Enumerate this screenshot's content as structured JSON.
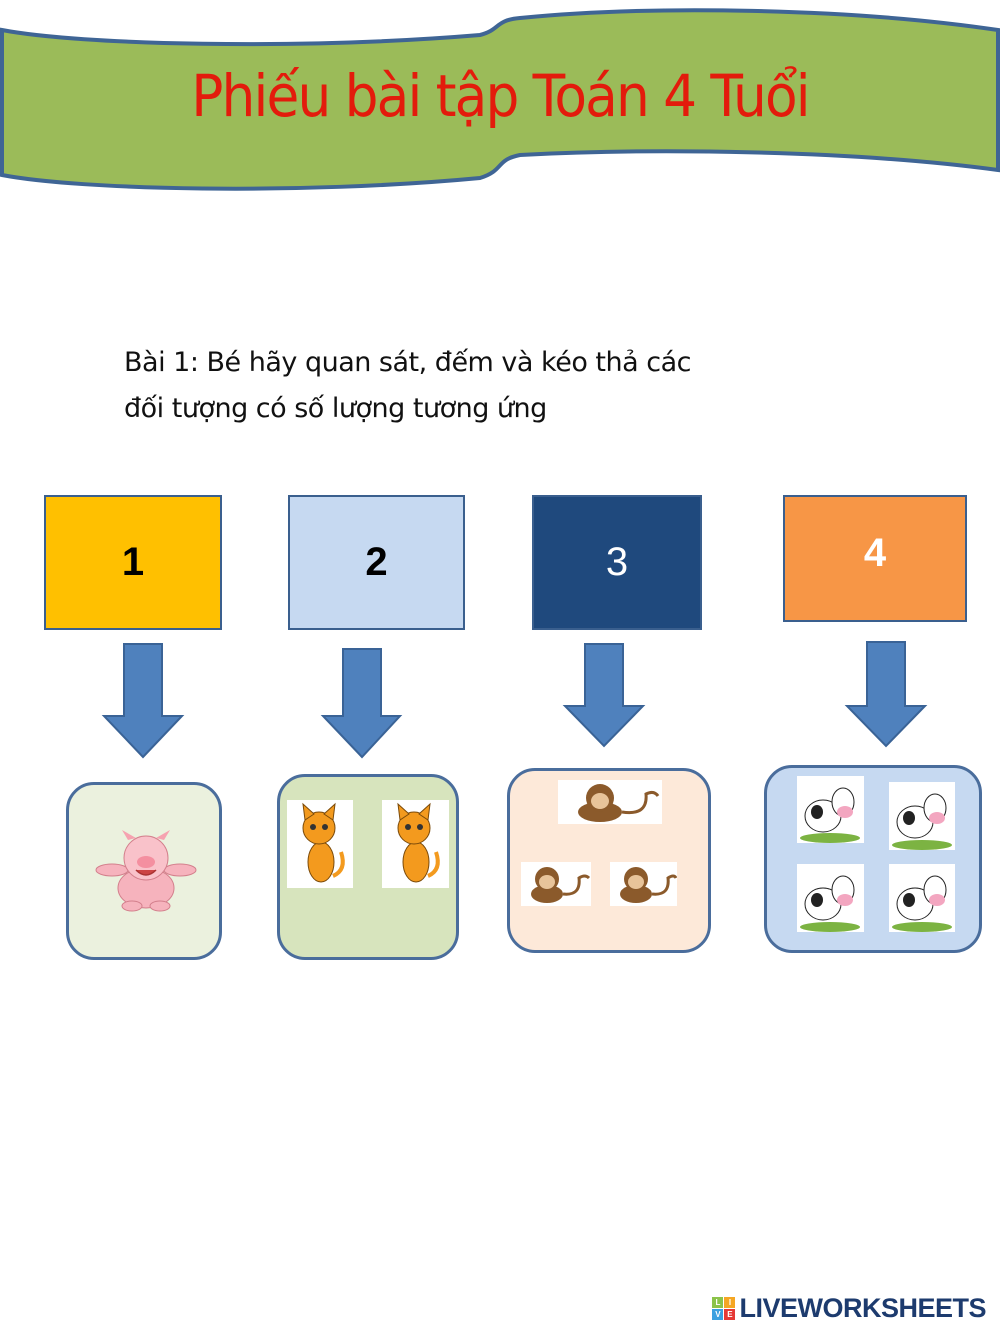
{
  "title": "Phiếu bài tập Toán 4  Tuổi",
  "instruction": {
    "line1": "Bài 1: Bé hãy quan sát, đếm và kéo thả các",
    "line2": "đối tượng có số lượng tương ứng"
  },
  "numbers": [
    {
      "label": "1",
      "color": "#ffc000",
      "text_color": "#000000"
    },
    {
      "label": "2",
      "color": "#c6d9f1",
      "text_color": "#000000"
    },
    {
      "label": "3",
      "color": "#1f497d",
      "text_color": "#ffffff"
    },
    {
      "label": "4",
      "color": "#f79646",
      "text_color": "#ffffff"
    }
  ],
  "groups": [
    {
      "animal": "pig",
      "count": 1,
      "color": "#ebf1de"
    },
    {
      "animal": "cat",
      "count": 2,
      "color": "#d7e4bd"
    },
    {
      "animal": "monkey",
      "count": 3,
      "color": "#fde9d9"
    },
    {
      "animal": "cow",
      "count": 4,
      "color": "#c6d9f1"
    }
  ],
  "logo": {
    "text": "LIVEWORKSHEETS",
    "badge": [
      "L",
      "I",
      "V",
      "E"
    ]
  }
}
